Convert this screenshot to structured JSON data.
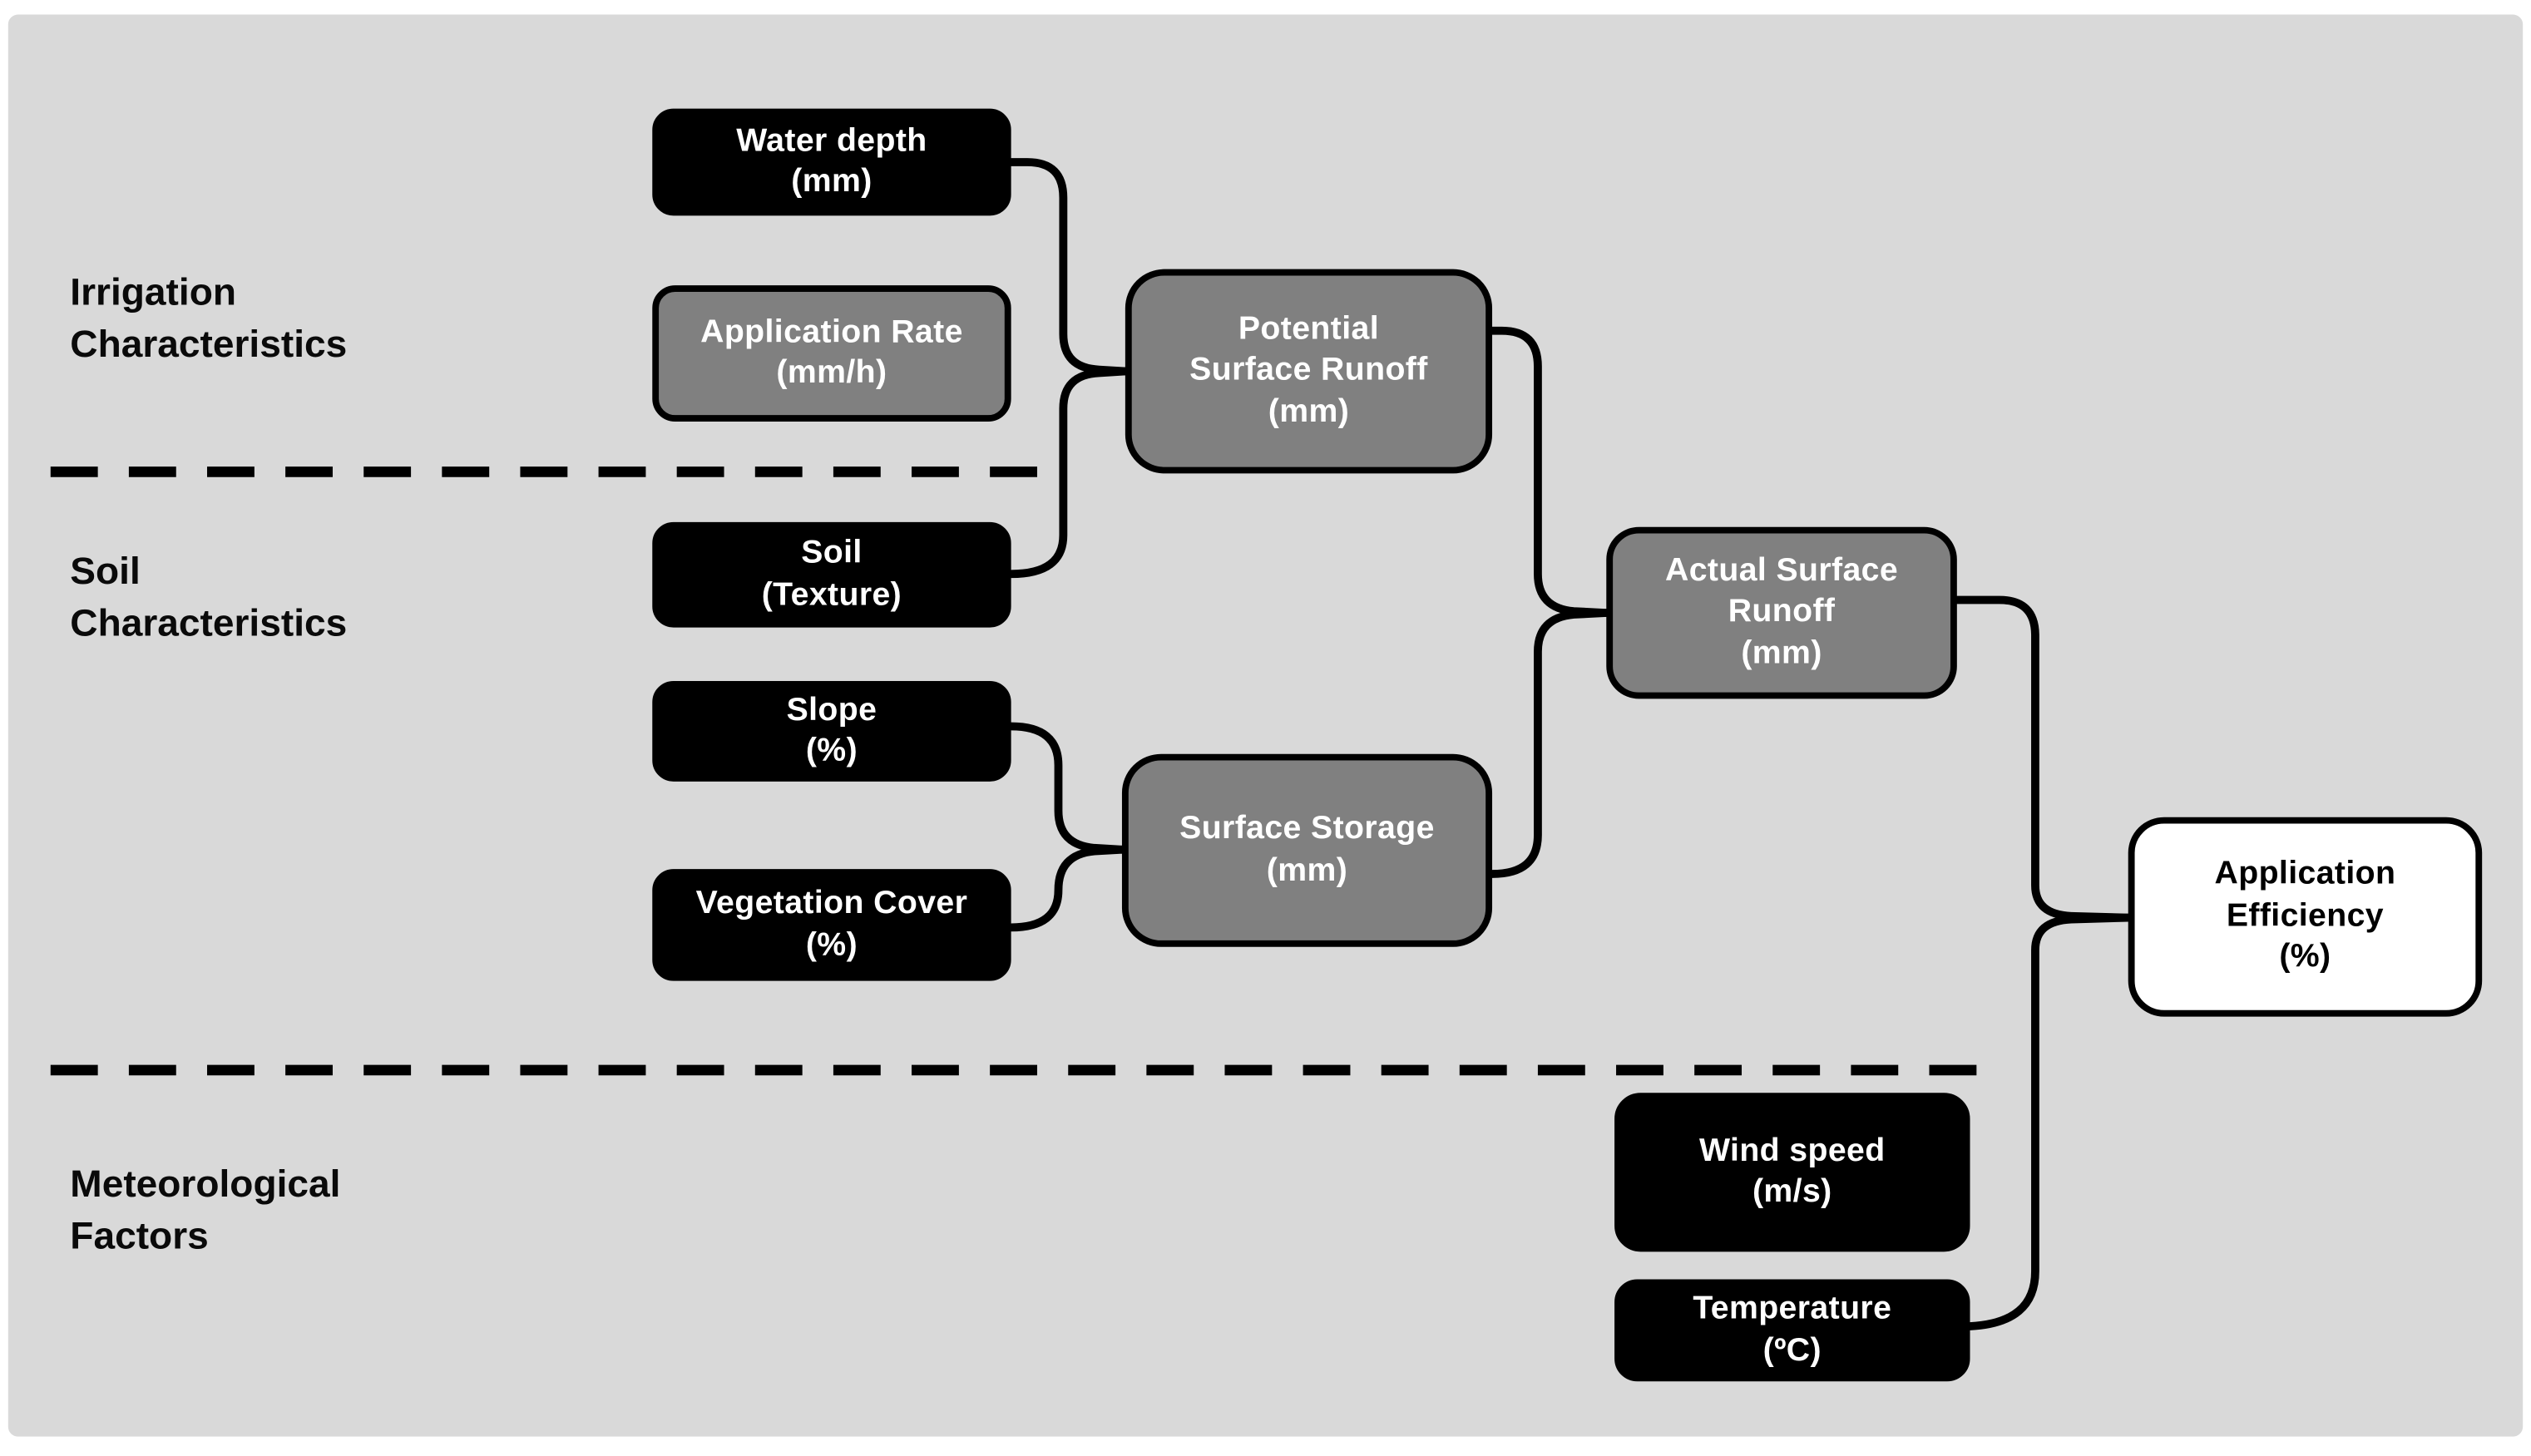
{
  "diagram": {
    "description": "Flow diagram of factors determining irrigation application efficiency",
    "colors": {
      "panel_background": "#d9d9d9",
      "node_black": "#000000",
      "node_gray": "#808080",
      "node_white": "#ffffff",
      "text_on_dark": "#ffffff",
      "text_dark": "#000000",
      "connector": "#000000"
    },
    "sections": {
      "irrigation": {
        "lines": [
          "Irrigation",
          "Characteristics"
        ]
      },
      "soil": {
        "lines": [
          "Soil",
          "Characteristics"
        ]
      },
      "meteorological": {
        "lines": [
          "Meteorological",
          "Factors"
        ]
      }
    },
    "nodes": {
      "water_depth": {
        "style": "black",
        "lines": [
          "Water depth",
          "(mm)"
        ]
      },
      "application_rate": {
        "style": "gray",
        "lines": [
          "Application Rate",
          "(mm/h)"
        ]
      },
      "potential_runoff": {
        "style": "gray",
        "lines": [
          "Potential",
          "Surface Runoff",
          "(mm)"
        ]
      },
      "soil_texture": {
        "style": "black",
        "lines": [
          "Soil",
          "(Texture)"
        ]
      },
      "slope": {
        "style": "black",
        "lines": [
          "Slope",
          "(%)"
        ]
      },
      "vegetation_cover": {
        "style": "black",
        "lines": [
          "Vegetation Cover",
          "(%)"
        ]
      },
      "surface_storage": {
        "style": "gray",
        "lines": [
          "Surface Storage",
          "(mm)"
        ]
      },
      "actual_runoff": {
        "style": "gray",
        "lines": [
          "Actual Surface",
          "Runoff",
          "(mm)"
        ]
      },
      "application_efficiency": {
        "style": "white",
        "lines": [
          "Application",
          "Efficiency",
          "(%)"
        ]
      },
      "wind_speed": {
        "style": "black",
        "lines": [
          "Wind speed",
          "(m/s)"
        ]
      },
      "temperature": {
        "style": "black",
        "lines": [
          "Temperature",
          "(ºC)"
        ]
      }
    },
    "edges": [
      "water_depth -> potential_runoff",
      "soil_texture -> potential_runoff",
      "slope -> surface_storage",
      "vegetation_cover -> surface_storage",
      "potential_runoff -> actual_runoff",
      "surface_storage -> actual_runoff",
      "actual_runoff -> application_efficiency",
      "temperature -> application_efficiency"
    ]
  }
}
